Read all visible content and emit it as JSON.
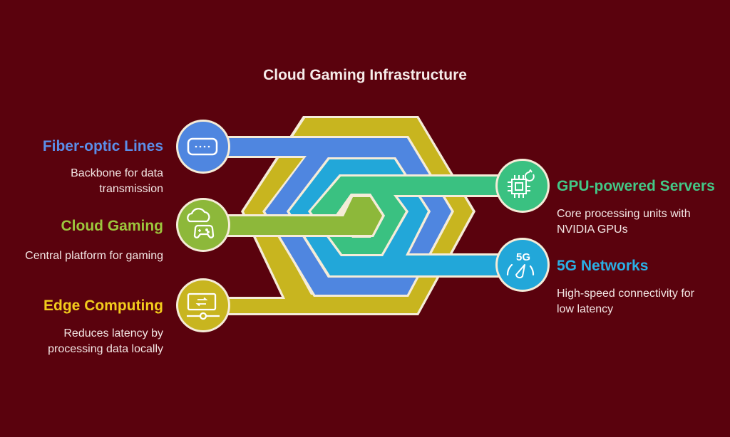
{
  "title": "Cloud Gaming Infrastructure",
  "colors": {
    "background": "#5a020d",
    "outline": "#f5ecd8",
    "icon_stroke": "#ffffff"
  },
  "items": {
    "fiber": {
      "label": "Fiber-optic Lines",
      "description_lines": [
        "Backbone for data",
        "transmission"
      ],
      "color": "#4f86e0",
      "icon": "fiber-connector-icon"
    },
    "cloud_gaming": {
      "label": "Cloud Gaming",
      "description_lines": [
        "Central platform for gaming"
      ],
      "color": "#8db83a",
      "icon": "cloud-gamepad-icon"
    },
    "edge": {
      "label": "Edge Computing",
      "description_lines": [
        "Reduces latency by",
        "processing data locally"
      ],
      "color": "#c8b51f",
      "icon": "edge-monitor-icon"
    },
    "gpu": {
      "label": "GPU-powered Servers",
      "description_lines": [
        "Core processing units with",
        "NVIDIA GPUs"
      ],
      "color": "#3ac181",
      "icon": "gpu-chip-icon"
    },
    "fiveg": {
      "label": "5G Networks",
      "description_lines": [
        "High-speed connectivity for",
        "low latency"
      ],
      "color": "#22a7d9",
      "icon": "5g-speedometer-icon",
      "icon_text": "5G"
    }
  },
  "label_colors": {
    "fiber": "#5b8ee8",
    "cloud_gaming": "#9cc63d",
    "edge": "#f2cc1c",
    "gpu": "#43c887",
    "fiveg": "#2ab0e6"
  }
}
